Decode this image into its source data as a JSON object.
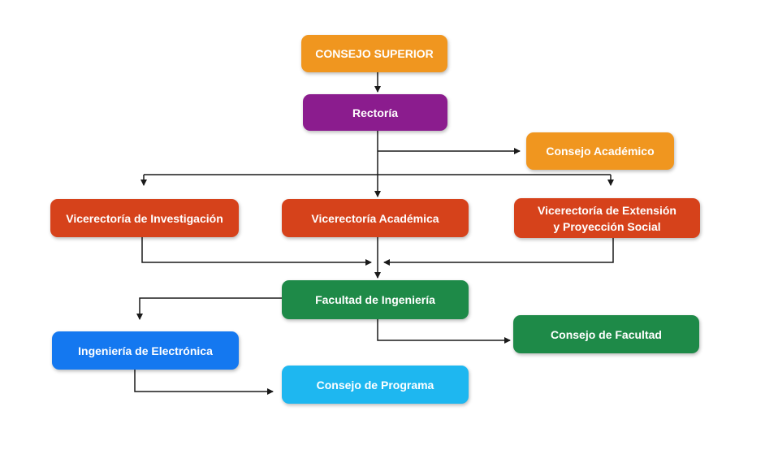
{
  "nodes": {
    "consejo_superior": {
      "label": "CONSEJO SUPERIOR",
      "color": "#F0961F"
    },
    "rectoria": {
      "label": "Rectoría",
      "color": "#8B1C8E"
    },
    "consejo_academico": {
      "label": "Consejo Académico",
      "color": "#F0961F"
    },
    "vic_investigacion": {
      "label": "Vicerectoría de Investigación",
      "color": "#D6421B"
    },
    "vic_academica": {
      "label": "Vicerectoría Académica",
      "color": "#D6421B"
    },
    "vic_extension": {
      "label": "Vicerectoría de Extensión\ny Proyección Social",
      "color": "#D6421B"
    },
    "facultad": {
      "label": "Facultad de Ingeniería",
      "color": "#1E8A48"
    },
    "consejo_facultad": {
      "label": "Consejo de Facultad",
      "color": "#1E8A48"
    },
    "ing_electronica": {
      "label": "Ingeniería de Electrónica",
      "color": "#1478F0"
    },
    "consejo_programa": {
      "label": "Consejo de Programa",
      "color": "#1EB7F0"
    }
  },
  "connector_color": "#1a1a1a"
}
